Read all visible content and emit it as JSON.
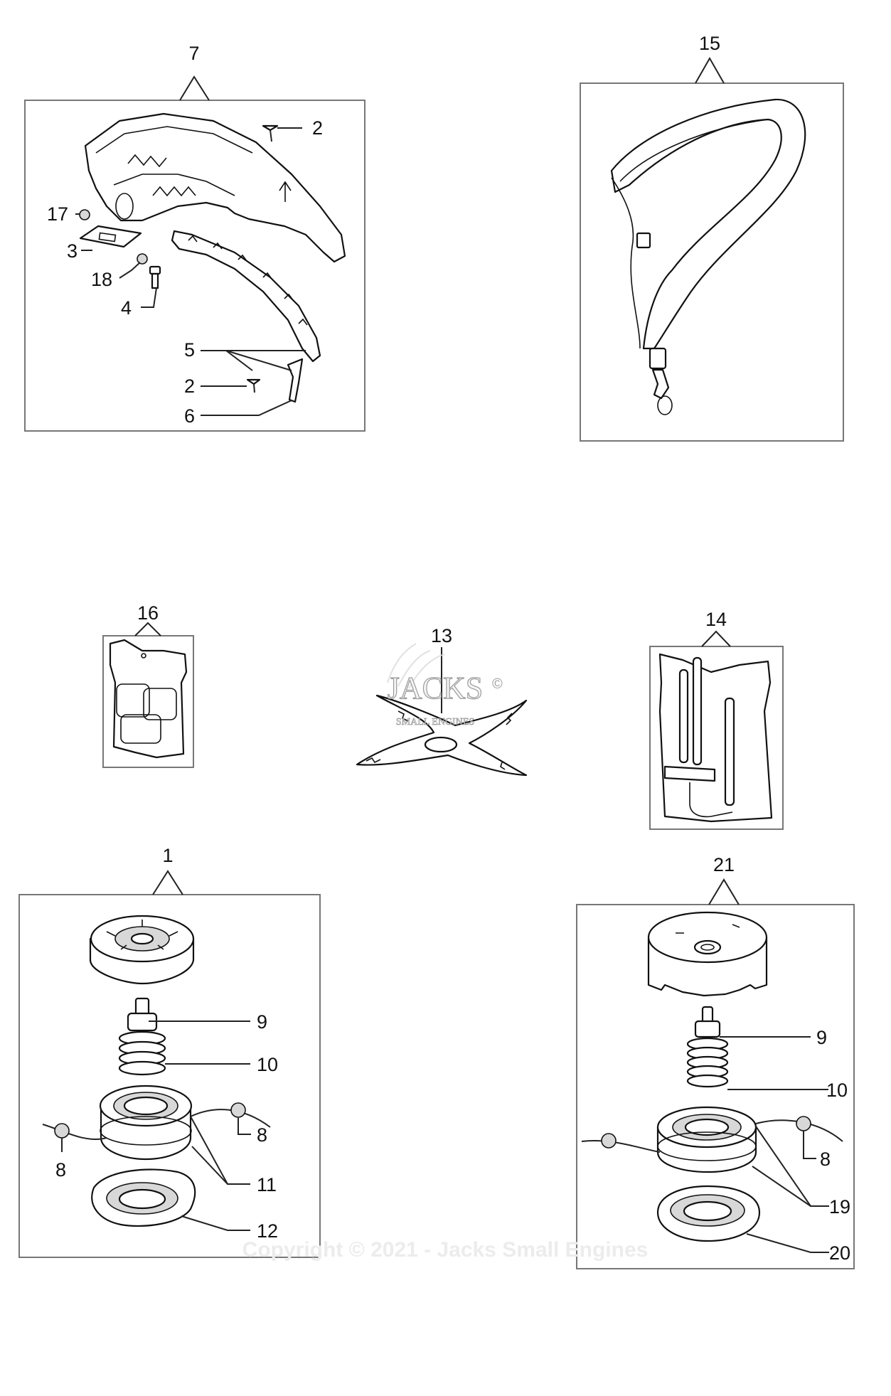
{
  "labels": {
    "l7": "7",
    "l2a": "2",
    "l17": "17",
    "l3": "3",
    "l18": "18",
    "l4": "4",
    "l5": "5",
    "l2b": "2",
    "l6": "6",
    "l15": "15",
    "l16": "16",
    "l13": "13",
    "l14": "14",
    "l1": "1",
    "l9a": "9",
    "l10a": "10",
    "l8a": "8",
    "l8b": "8",
    "l11": "11",
    "l12": "12",
    "l21": "21",
    "l9b": "9",
    "l10b": "10",
    "l8c": "8",
    "l19": "19",
    "l20": "20"
  },
  "watermark": {
    "logo_text": "JACKS",
    "logo_sub": "SMALL ENGINES",
    "copyright": "Copyright © 2021 - Jacks Small Engines"
  }
}
